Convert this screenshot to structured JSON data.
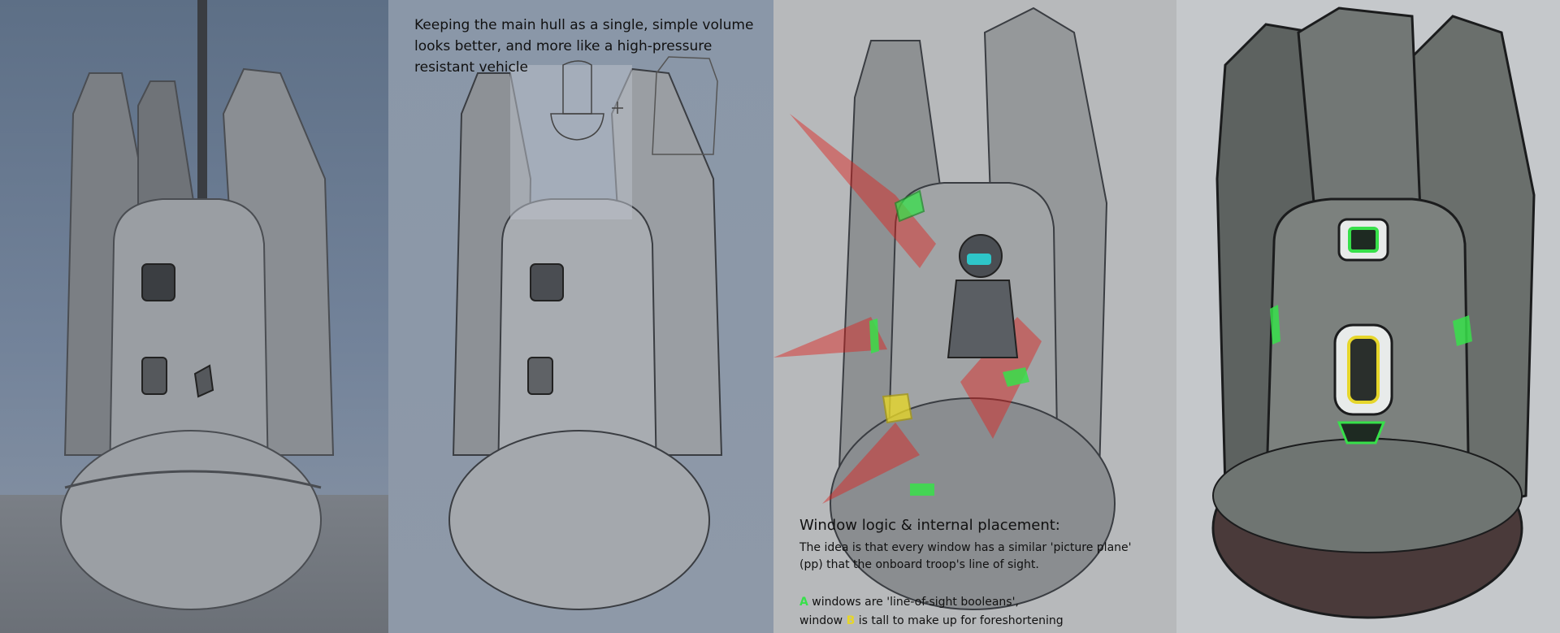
{
  "panels": {
    "model": {},
    "sketch": {
      "note": "Keeping the main hull as a single, simple volume looks better, and more like a high-pressure resistant vehicle"
    },
    "window_logic": {
      "title": "Window logic & internal placement:",
      "body": "The idea is that every window has a similar 'picture plane' (pp) that the onboard troop's line of sight.",
      "line_a_tag": "A",
      "line_a_text": " windows  are 'line-of-sight booleans',",
      "line_b_prefix": "window ",
      "line_b_tag": "B",
      "line_b_text": " is tall to make up for foreshortening"
    },
    "final": {}
  },
  "colors": {
    "window_a": "#37e04a",
    "window_b": "#e6d62a",
    "sightline": "#e0201a"
  }
}
